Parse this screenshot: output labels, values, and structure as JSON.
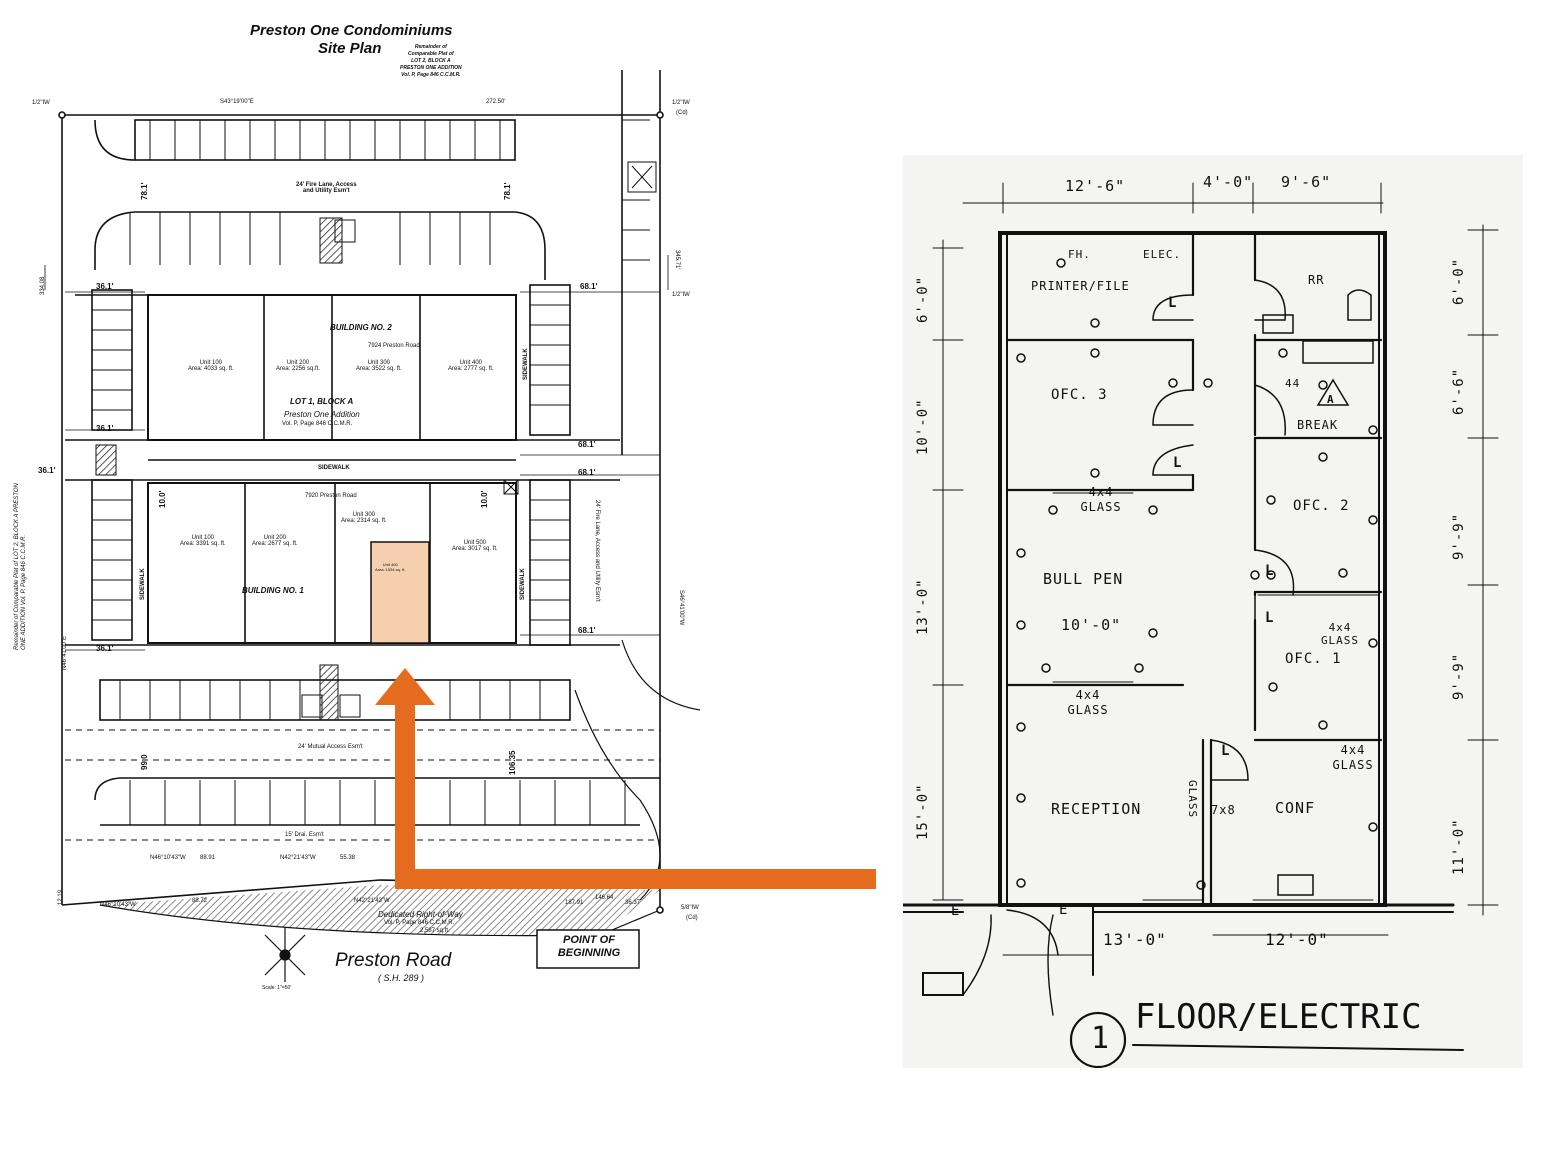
{
  "site_plan": {
    "title_line1": "Preston One Condominiums",
    "title_line2": "Site Plan",
    "remainder_top": [
      "Remainder of",
      "Comparable Plat of",
      "LOT 2, BLOCK A",
      "PRESTON ONE ADDITION",
      "Vol. P, Page 846 C.C.M.R."
    ],
    "remainder_left": "Remainder of Comparable Plat of LOT 2, BLOCK A PRESTON ONE ADDITION Vol. P, Page 846 C.C.M.R.",
    "corner_pin_left": "1/2\"IW",
    "corner_pin_right": "1/2\"IW",
    "corner_pin_right_sub": "(Cd)",
    "pin_mid_right": "1/2\"IW",
    "pin_bottom_right": "5/8\"IW",
    "pin_bottom_right_sub": "(Cd)",
    "bearing_top": "S43°19'00\"E",
    "dist_top": "272.50'",
    "dist_78_left": "78.1'",
    "dist_78_right": "78.1'",
    "fire_lane_top": [
      "24' Fire Lane, Access",
      "and Utility Esm't"
    ],
    "fire_lane_right": "24' Fire Lane, Access and Utility Esm't",
    "dim_36_1": "36.1'",
    "dim_68_1": "68.1'",
    "dim_10": "10.0'",
    "dist_left_vert": "334.08",
    "dist_right_vert": "345.71'",
    "bearing_left": "N46°41'00\"E",
    "bearing_right": "S46°41'00\"W",
    "sidewalk": "SIDEWALK",
    "building2": {
      "name": "BUILDING NO. 2",
      "address": "7924 Preston Road",
      "lot": "LOT 1, BLOCK A",
      "addition": "Preston One Addition",
      "vol": "Vol. P, Page 846 C.C.M.R.",
      "units": [
        {
          "label": "Unit 100",
          "area": "Area: 4033 sq. ft."
        },
        {
          "label": "Unit 200",
          "area": "Area: 2256 sq.ft."
        },
        {
          "label": "Unit 300",
          "area": "Area: 3522 sq. ft."
        },
        {
          "label": "Unit 400",
          "area": "Area: 2777 sq. ft."
        }
      ]
    },
    "building1": {
      "name": "BUILDING NO. 1",
      "address": "7920 Preston Road",
      "units": [
        {
          "label": "Unit 100",
          "area": "Area: 3391 sq. ft."
        },
        {
          "label": "Unit 200",
          "area": "Area: 2677 sq. ft."
        },
        {
          "label": "Unit 300",
          "area": "Area: 2314 sq. ft."
        },
        {
          "label": "Unit 400",
          "area": "Area: 1534 sq. ft."
        },
        {
          "label": "Unit 500",
          "area": "Area: 3017 sq. ft."
        }
      ]
    },
    "mutual_access": "24' Mutual Access Esm't",
    "dist_99": "99.0",
    "dist_106": "106.35",
    "drainage_esmt": "15' Drai. Esm't",
    "bearing_bottom_1": "N46°10'43\"W",
    "dist_bottom_1": "88.91",
    "bearing_bottom_2": "N42°21'43\"W",
    "dist_bottom_2": "55.38",
    "bearing_bottom_3": "N42°21'43\"W",
    "dist_bottom_3": "146.64",
    "bearing_bottom_4": "N42°21'43\"W",
    "dist_bottom_4": "36.37",
    "dist_bottom_5": "12.19",
    "dist_bottom_6": "88.72",
    "dist_bottom_7": "187.91",
    "row_label": "Dedicated Right-of-Way",
    "row_vol": "Vol. P, Page 846 C.C.M.R.",
    "row_area": "2,587 sq.ft.",
    "point_of_beginning": "POINT OF BEGINNING",
    "road_name": "Preston Road",
    "road_sub": "( S.H. 289 )",
    "scale": "Scale: 1\"=50'",
    "highlight_color": "#f5cfae",
    "arrow_color": "#e56b1f"
  },
  "floor_plan": {
    "title": "FLOOR/ELECTRIC",
    "detail_number": "1",
    "dims_top": [
      "12'-6\"",
      "4'-0\"",
      "9'-6\""
    ],
    "dims_left": [
      "6'-0\"",
      "10'-0\"",
      "13'-0\"",
      "15'-0\""
    ],
    "dims_right": [
      "6'-0\"",
      "6'-6\"",
      "9'-9\"",
      "9'-9\"",
      "11'-0\""
    ],
    "dims_bottom": [
      "13'-0\"",
      "12'-0\""
    ],
    "rooms": {
      "printer": "PRINTER/FILE",
      "elec": "ELEC.",
      "fh": "FH.",
      "rr": "RR",
      "ofc3": "OFC. 3",
      "brk": "BREAK",
      "ofc2": "OFC. 2",
      "bull_pen": "BULL PEN",
      "bull_dim": "10'-0\"",
      "ofc1": "OFC. 1",
      "reception": "RECEPTION",
      "conf": "CONF",
      "glass_vert": "GLASS",
      "size_7x8": "7x8",
      "glass_label": "4x4 GLASS"
    },
    "door_L": "L",
    "door_E": "E",
    "symbol_A": "A",
    "label_44": "44"
  }
}
